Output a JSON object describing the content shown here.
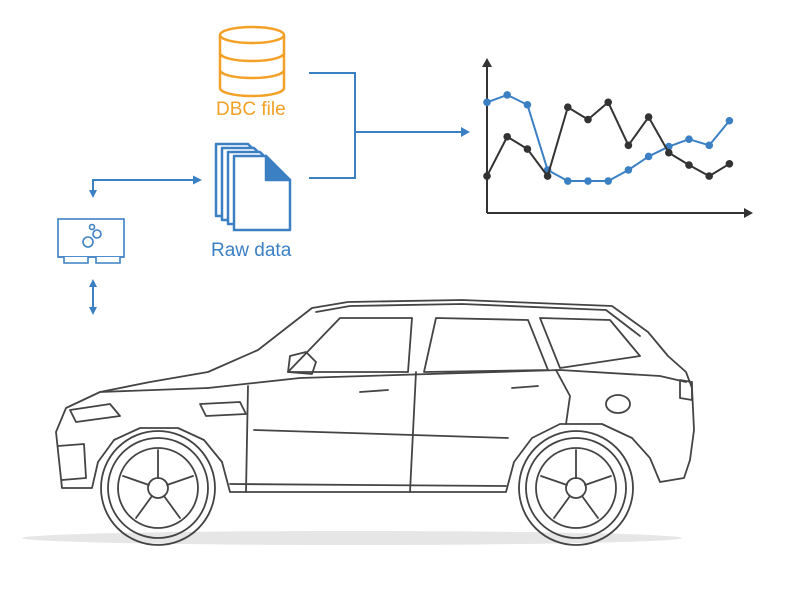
{
  "labels": {
    "dbc": "DBC file",
    "raw": "Raw data"
  },
  "colors": {
    "orange": "#F4A128",
    "blue": "#3C80C4",
    "dark": "#333333",
    "outline": "#444444",
    "shadow": "#E6E6E6"
  },
  "icons": [
    "database-icon",
    "document-stack-icon",
    "data-logger-icon",
    "line-chart-icon",
    "car-illustration"
  ],
  "chart_data": {
    "type": "line",
    "series": [
      {
        "color": "#3C80C4",
        "values": [
          9.0,
          9.6,
          8.8,
          3.5,
          2.6,
          2.6,
          2.6,
          3.5,
          4.6,
          5.4,
          6.0,
          5.5,
          7.5
        ]
      },
      {
        "color": "#333333",
        "values": [
          3.0,
          6.2,
          5.2,
          3.0,
          8.6,
          7.6,
          9.0,
          5.5,
          7.8,
          4.9,
          3.9,
          3.0,
          4.0
        ]
      }
    ],
    "xlabel": "",
    "ylabel": "",
    "grid": false
  }
}
